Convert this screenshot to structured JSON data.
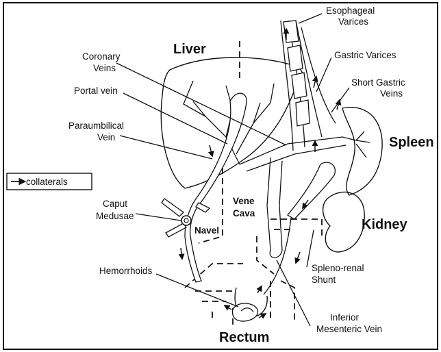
{
  "labels": {
    "esophageal_varices": [
      "Esophageal",
      "Varices"
    ],
    "gastric_varices": "Gastric Varices",
    "short_gastric_veins": [
      "Short Gastric",
      "Veins"
    ],
    "spleen": "Spleen",
    "kidney": "Kidney",
    "liver": "Liver",
    "coronary_veins": [
      "Coronary",
      "Veins"
    ],
    "portal_vein": "Portal vein",
    "paraumbilical_vein": [
      "Paraumbilical",
      "Vein"
    ],
    "legend": "collaterals",
    "caput_medusae": [
      "Caput",
      "Medusae"
    ],
    "navel": "Navel",
    "vene_cava": [
      "Vene",
      "Cava"
    ],
    "hemorrhoids": "Hemorrhoids",
    "spleno_renal_shunt": [
      "Spleno-renal",
      "Shunt"
    ],
    "inferior_mesenteric_vein": [
      "Inferior",
      "Mesenteric Vein"
    ],
    "rectum": "Rectum"
  }
}
